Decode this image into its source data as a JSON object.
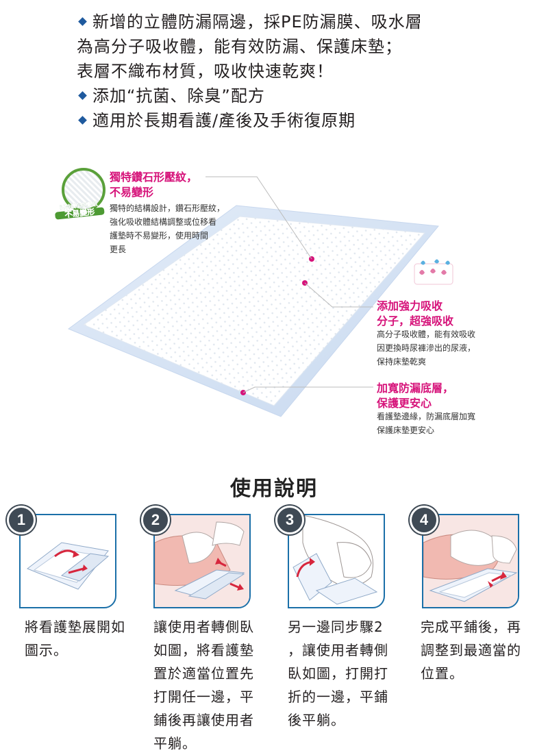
{
  "intro": {
    "lines": [
      {
        "bullet": true,
        "text": "新增的立體防漏隔邊，採PE防漏膜、吸水層"
      },
      {
        "bullet": false,
        "text": "為高分子吸收體，能有效防漏、保護床墊；"
      },
      {
        "bullet": false,
        "text": "表層不織布材質，吸收快速乾爽！"
      },
      {
        "bullet": true,
        "text": "添加“抗菌、除臭”配方"
      },
      {
        "bullet": true,
        "text": "適用於長期看護/產後及手術復原期"
      }
    ]
  },
  "badge": {
    "line1": "獨特鑽石形壓紋",
    "line2": "不易變形"
  },
  "callouts": {
    "diamond": {
      "title1": "獨特鑽石形壓紋，",
      "title2": "不易變形",
      "body": [
        "獨特的結構設計，鑽石形壓紋，",
        "強化吸收體結構調整或位移看",
        "護墊時不易變形，使用時間",
        "更長"
      ]
    },
    "absorb": {
      "title1": "添加強力吸收",
      "title2": "分子，超強吸收",
      "body": [
        "高分子吸收體，能有效吸收",
        "因更換時尿褲滲出的尿液，",
        "保持床墊乾爽"
      ]
    },
    "leak": {
      "title1": "加寬防漏底層，",
      "title2": "保護更安心",
      "body": [
        "看護墊邊緣，防漏底層加寬",
        "保護床墊更安心"
      ]
    }
  },
  "usage": {
    "title": "使用說明",
    "steps": [
      {
        "num": "1",
        "desc": [
          "將看護墊展開如",
          "圖示。"
        ]
      },
      {
        "num": "2",
        "desc": [
          "讓使用者轉側臥",
          "如圖，將看護墊",
          "置於適當位置先",
          "打開任一邊，平",
          "鋪後再讓使用者",
          "平躺。"
        ]
      },
      {
        "num": "3",
        "desc": [
          "另一邊同步驟2",
          "，讓使用者轉側",
          "臥如圖，打開打",
          "折的一邊，平鋪",
          "後平躺。"
        ]
      },
      {
        "num": "4",
        "desc": [
          "完成平鋪後，再",
          "調整到最適當的",
          "位置。"
        ]
      }
    ]
  },
  "colors": {
    "accent_pink": "#d6137a",
    "step_border": "#1a6fa8",
    "bullet_blue": "#1f5a9e",
    "badge_green": "#4d9a33"
  }
}
